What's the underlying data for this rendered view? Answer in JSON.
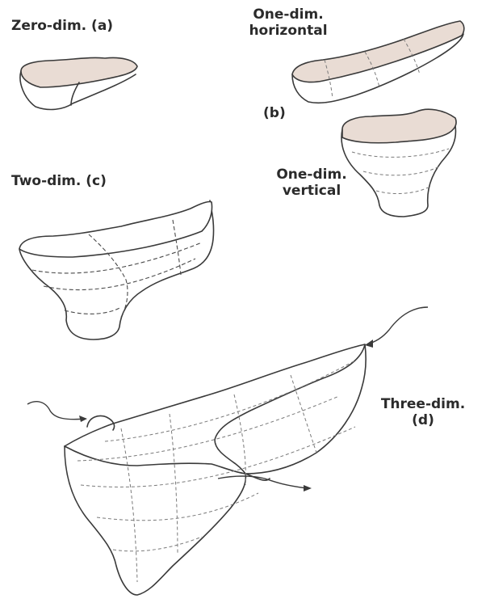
{
  "labels": {
    "zero_dim": "Zero-dim. (a)",
    "one_dim_horizontal_line1": "One-dim.",
    "one_dim_horizontal_line2": "horizontal",
    "b": "(b)",
    "one_dim_vertical_line1": "One-dim.",
    "one_dim_vertical_line2": "vertical",
    "two_dim": "Two-dim. (c)",
    "three_dim_line1": "Three-dim.",
    "three_dim_line2": "(d)"
  },
  "colors": {
    "water_surface": "#e9dcd4",
    "outline": "#3a3a3a",
    "text": "#2b2b2b"
  }
}
